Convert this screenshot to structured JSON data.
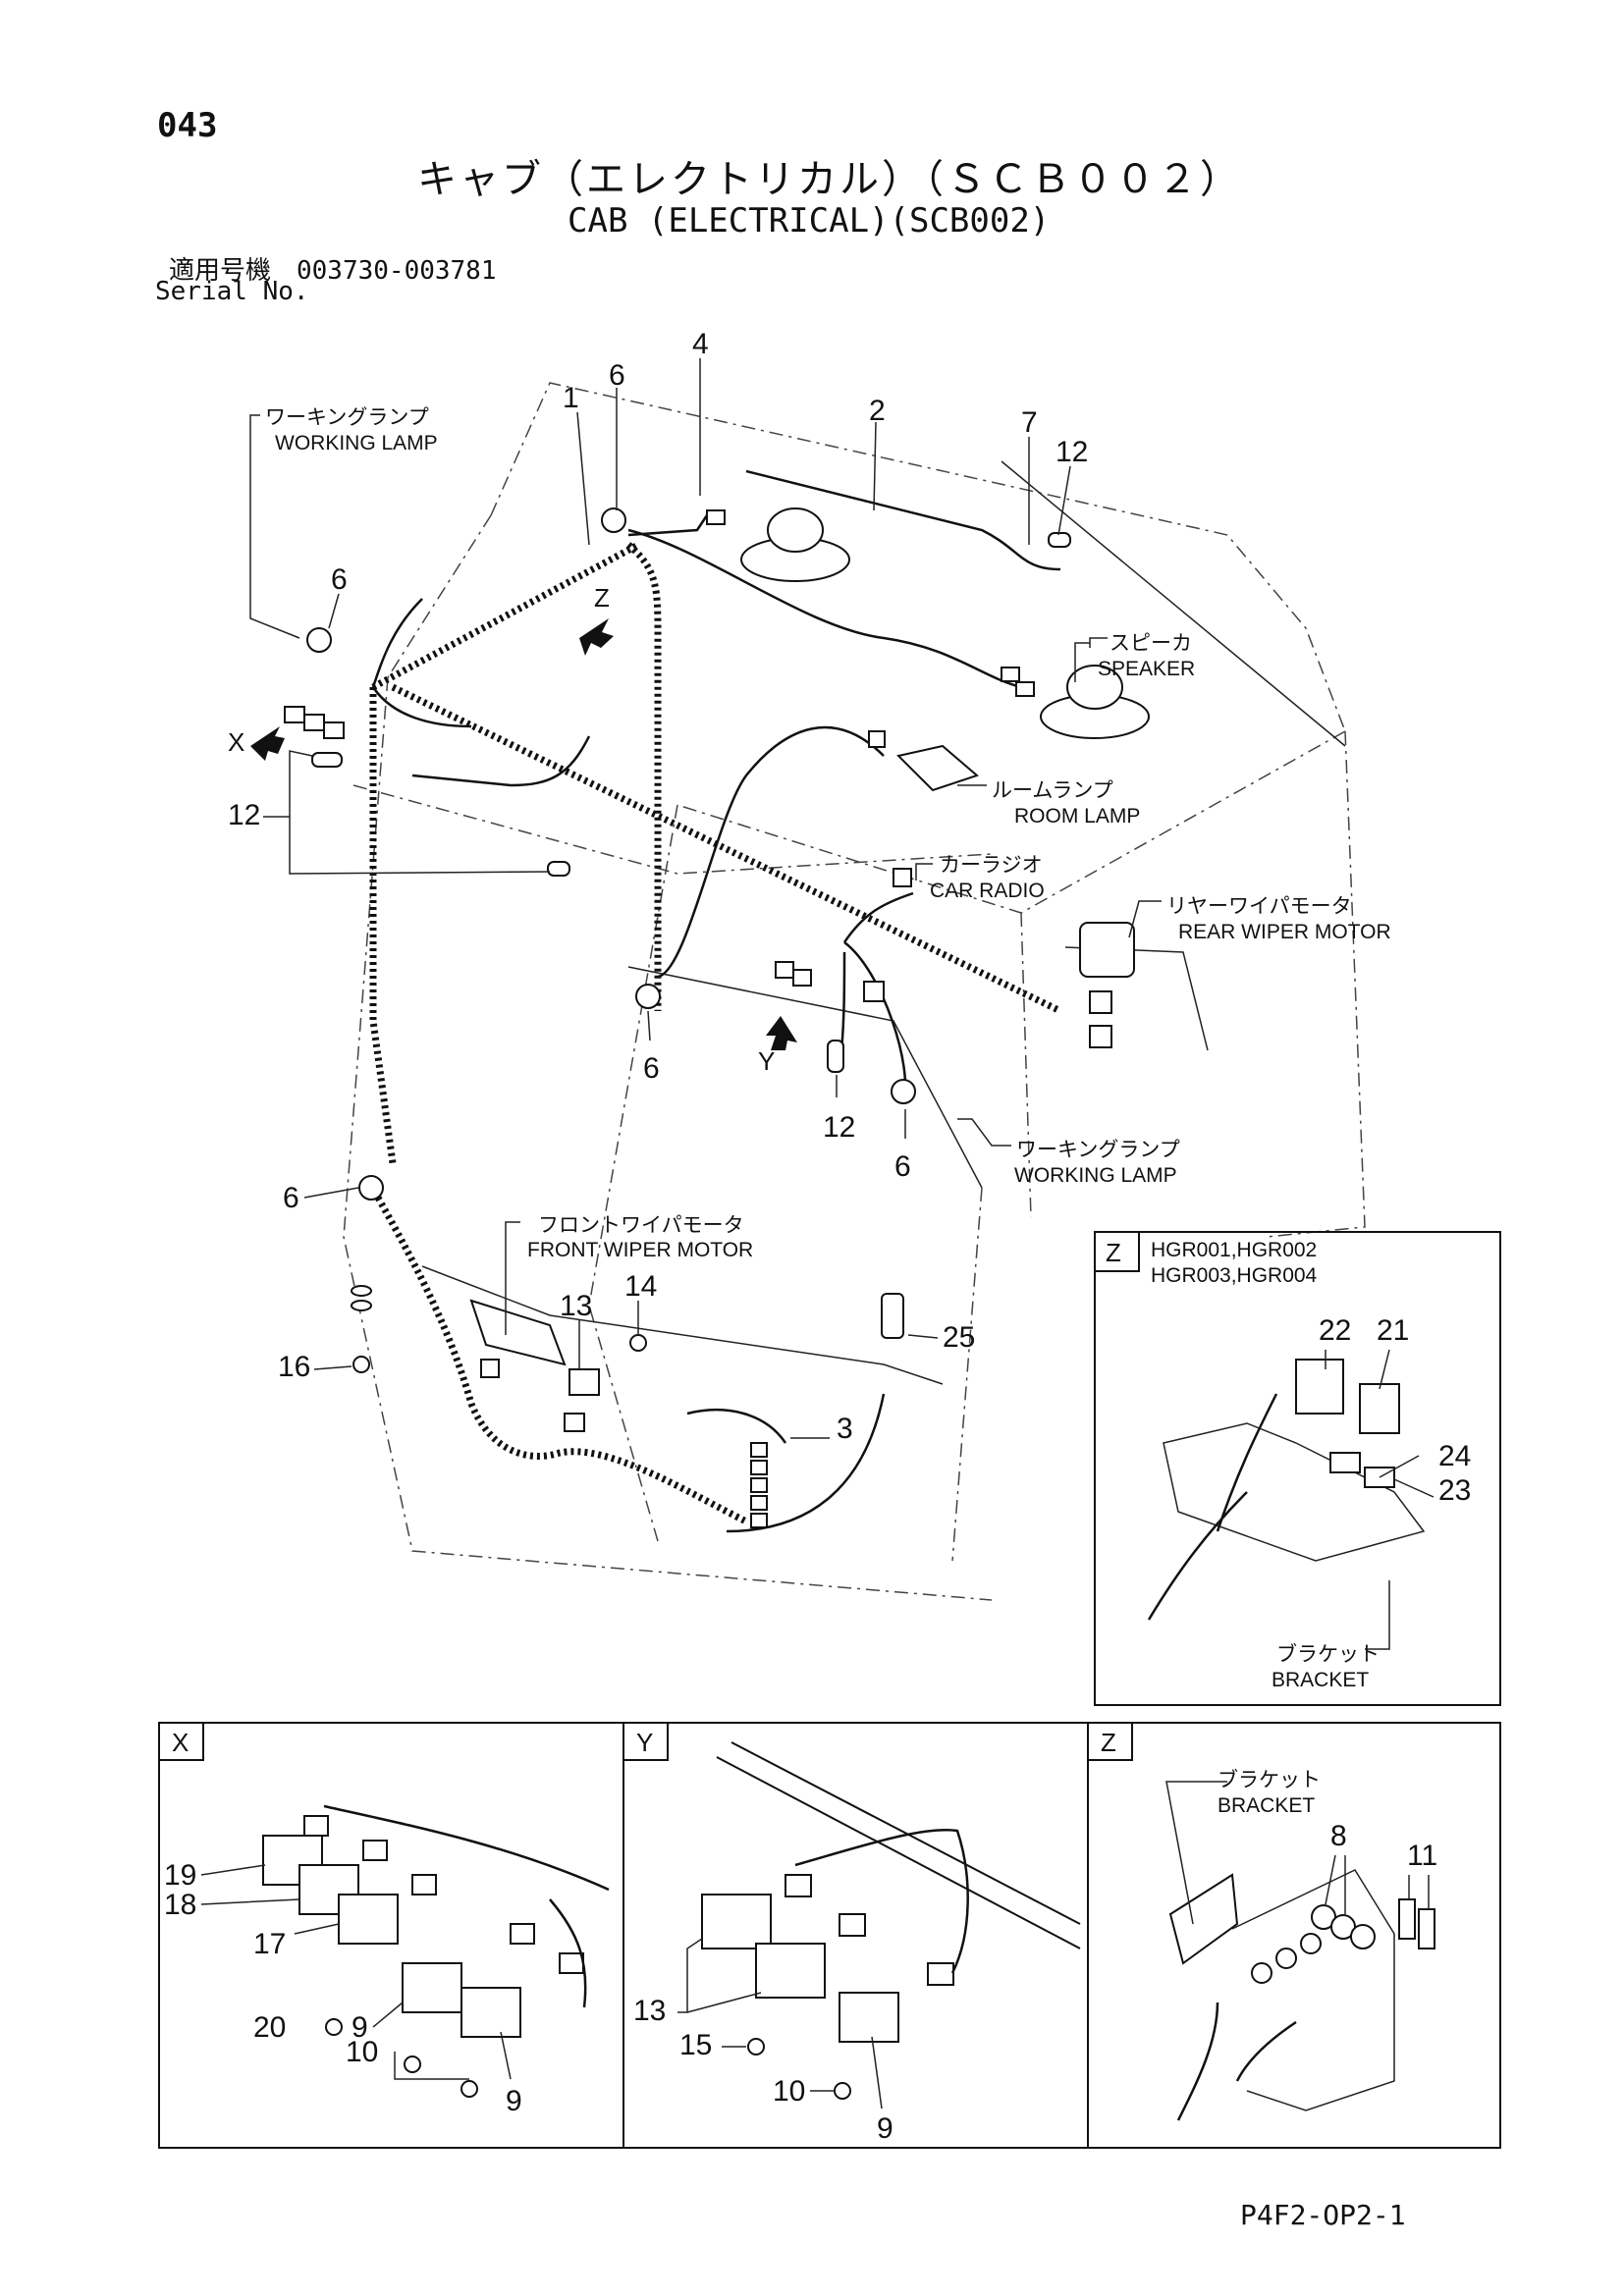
{
  "header": {
    "page_number": "043",
    "title_jp": "キャブ（エレクトリカル）（ＳＣＢ００２）",
    "title_en": "CAB (ELECTRICAL)(SCB002)",
    "serial_jp": "適用号機　003730-003781",
    "serial_en": "Serial No."
  },
  "callouts": {
    "working_lamp_jp": "ワーキングランプ",
    "working_lamp_en": "WORKING LAMP",
    "speaker_jp": "スピーカ",
    "speaker_en": "SPEAKER",
    "room_lamp_jp": "ルームランプ",
    "room_lamp_en": "ROOM LAMP",
    "car_radio_jp": "カーラジオ",
    "car_radio_en": "CAR RADIO",
    "rear_wiper_jp": "リヤーワイパモータ",
    "rear_wiper_en": "REAR WIPER MOTOR",
    "front_wiper_jp": "フロントワイパモータ",
    "front_wiper_en": "FRONT WIPER MOTOR",
    "bracket_jp": "ブラケット",
    "bracket_en": "BRACKET"
  },
  "view_arrows": {
    "x": "X",
    "y": "Y",
    "z": "Z"
  },
  "part_numbers": [
    "1",
    "2",
    "3",
    "4",
    "6",
    "7",
    "12",
    "13",
    "14",
    "16",
    "25"
  ],
  "detail_z_top": {
    "label": "Z",
    "models_line1": "HGR001,HGR002",
    "models_line2": "HGR003,HGR004",
    "parts": [
      "22",
      "21",
      "24",
      "23"
    ]
  },
  "detail_x": {
    "label": "X",
    "parts": [
      "19",
      "18",
      "17",
      "20",
      "9",
      "10",
      "9"
    ]
  },
  "detail_y": {
    "label": "Y",
    "parts": [
      "13",
      "15",
      "10",
      "9"
    ]
  },
  "detail_z": {
    "label": "Z",
    "parts": [
      "8",
      "11"
    ]
  },
  "footer": {
    "code": "P4F2-OP2-1"
  }
}
